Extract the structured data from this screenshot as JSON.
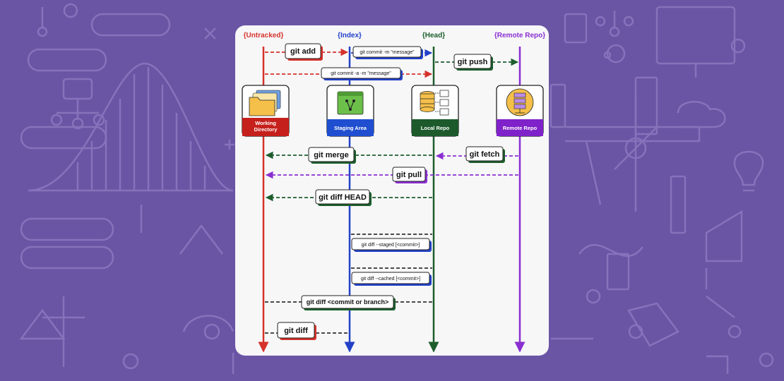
{
  "lanes": {
    "untracked": "{Untracked}",
    "index": "{Index}",
    "head": "{Head}",
    "remote": "{Remote Repo}"
  },
  "cards": {
    "working_directory": [
      "Working",
      "Directory"
    ],
    "staging_area": "Staging Area",
    "local_repo": "Local Repo",
    "remote_repo": "Remote Repo"
  },
  "commands": {
    "git_add": "git add",
    "git_commit_m": "git commit -m \"message\"",
    "git_push": "git push",
    "git_commit_a_m": "git commit -a -m \"message\"",
    "git_merge": "git merge",
    "git_fetch": "git fetch",
    "git_pull": "git pull",
    "git_diff_head": "git diff HEAD",
    "git_diff_staged": "git diff --staged [<commit>]",
    "git_diff_cached": "git diff --cached [<commit>]",
    "git_diff_commit_or_branch": "git diff <commit or branch>",
    "git_diff": "git diff"
  },
  "colors": {
    "page_background": "#6a55a4",
    "card_background": "#f7f7f8",
    "untracked": "#d6322b",
    "index": "#2241c8",
    "head": "#1d5e2c",
    "remote": "#8a2fd1",
    "working_directory": "#c6201c",
    "staging_area": "#1f4fd0",
    "local_repo": "#1c5a2c",
    "remote_repo": "#7f22c9"
  },
  "icons": {
    "working_directory": "folders-icon",
    "staging_area": "branch-folder-icon",
    "local_repo": "database-icon",
    "remote_repo": "server-icon"
  }
}
